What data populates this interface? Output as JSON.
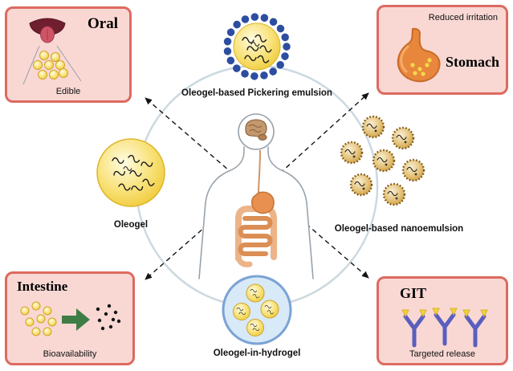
{
  "boxes": {
    "oral": {
      "title": "Oral",
      "caption": "Edible"
    },
    "stomach": {
      "title": "Stomach",
      "caption": "Reduced irritation"
    },
    "intestine": {
      "title": "Intestine",
      "caption": "Bioavailability"
    },
    "git": {
      "title": "GIT",
      "caption": "Targeted release"
    }
  },
  "nodes": {
    "pickering": {
      "label": "Oleogel-based Pickering emulsion"
    },
    "oleogel": {
      "label": "Oleogel"
    },
    "nanoemulsion": {
      "label": "Oleogel-based nanoemulsion"
    },
    "hydrogel": {
      "label": "Oleogel-in-hydrogel"
    }
  },
  "icons": {
    "oral": "mouth-icon",
    "stomach": "stomach-icon",
    "intestine": "droplets-arrow-dots-icon",
    "git": "antibody-icon",
    "center": "human-silhouette-icon",
    "head": "brain-icon",
    "abdomen": "gi-tract-icon",
    "top": "pickering-emulsion-icon",
    "left": "oleogel-icon",
    "right": "nanoemulsion-icon",
    "bottom": "oleogel-in-hydrogel-icon"
  },
  "colors": {
    "box_bg": "#f9d8d4",
    "box_border": "#dd6a60",
    "oleogel_yellow": "#f3d44a",
    "pickering_dot_blue": "#2d4da0",
    "hydrogel_fill": "#d8e9f8",
    "hydrogel_border": "#7ba3d4",
    "nanoemulsion_brown": "#7d5513",
    "stomach_orange": "#e8873c",
    "antibody_blue": "#5a5fbe",
    "green_arrow": "#3f7d46",
    "outer_circle": "#ccd9e0",
    "arrow_black": "#141414"
  }
}
